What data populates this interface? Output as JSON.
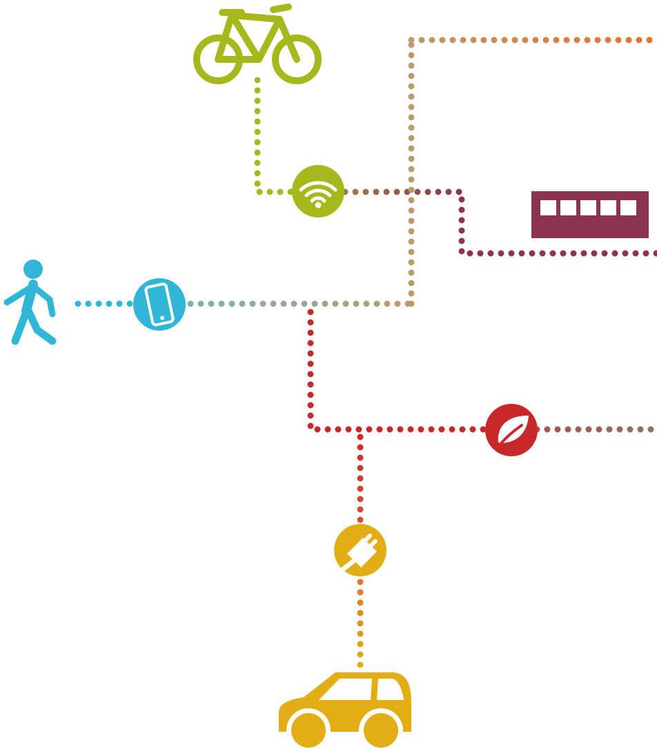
{
  "diagram": {
    "colors": {
      "walk": "#31b6d8",
      "bike": "#a7b81d",
      "tram": "#8c3350",
      "route_tan": "#bb9a6c",
      "route_orange": "#e47a32",
      "eco": "#c9282b",
      "car": "#e3ad16",
      "gray_teal": "#8aaa9e",
      "brownish": "#a06f52"
    },
    "nodes": [
      {
        "id": "pedestrian",
        "icon": "person-walking-icon"
      },
      {
        "id": "smartphone",
        "icon": "smartphone-icon"
      },
      {
        "id": "bicycle",
        "icon": "bicycle-icon"
      },
      {
        "id": "wifi",
        "icon": "wifi-icon"
      },
      {
        "id": "tram",
        "icon": "tram-icon"
      },
      {
        "id": "eco",
        "icon": "leaf-icon"
      },
      {
        "id": "charging",
        "icon": "plug-icon"
      },
      {
        "id": "car",
        "icon": "car-icon"
      }
    ]
  }
}
